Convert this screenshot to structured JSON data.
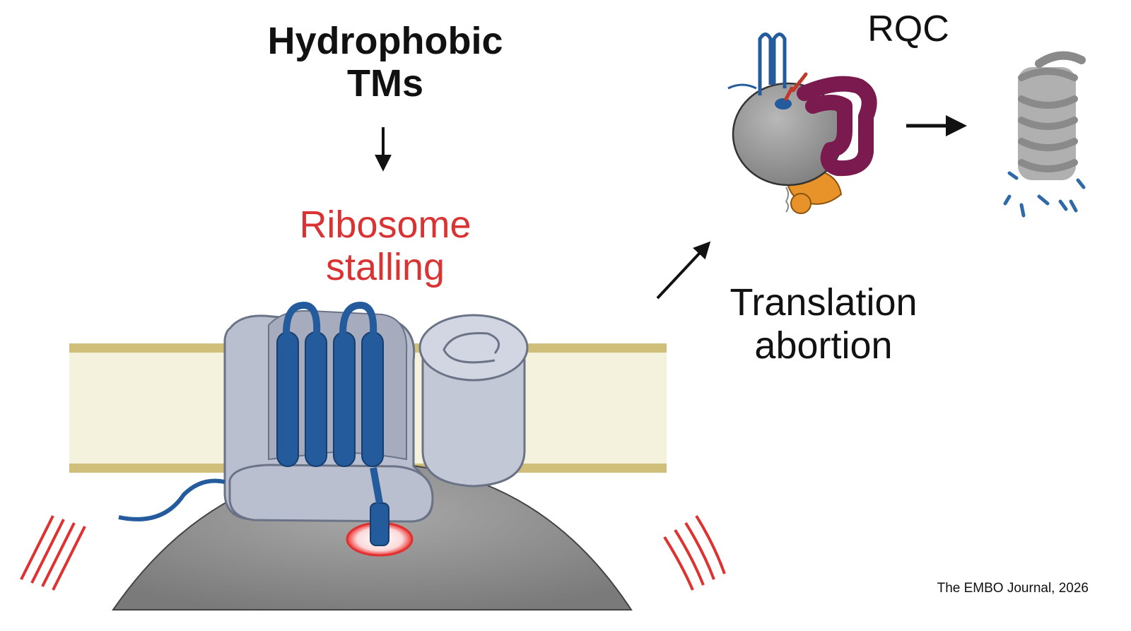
{
  "labels": {
    "trigger_line1": "Hydrophobic",
    "trigger_line2": "TMs",
    "stall_line1": "Ribosome",
    "stall_line2": "stalling",
    "abort_line1": "Translation",
    "abort_line2": "abortion",
    "rqc": "RQC",
    "citation": "The EMBO Journal, 2026"
  },
  "colors": {
    "membrane_fill": "#f4f1dc",
    "membrane_edge": "#cfbf7a",
    "translocon": "#b9bfcf",
    "tm_helix": "#235b9c",
    "ribosome": "#8c8c8c",
    "stall_signal": "#e03131",
    "rqc_magenta": "#8e1a5a",
    "rqc_orange": "#e8922a",
    "proteasome": "#9a9a9a",
    "fragments": "#2f6aa8"
  }
}
